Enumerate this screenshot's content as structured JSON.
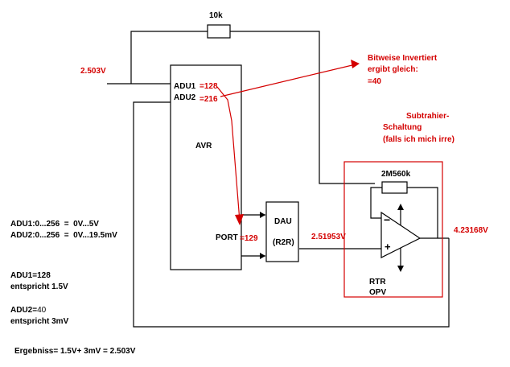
{
  "labels": {
    "resistor_top": "10k",
    "input_voltage": "2.503V",
    "adu1": "ADU1",
    "adu1_val": "=128",
    "adu2": "ADU2",
    "adu2_val": "=216",
    "avr": "AVR",
    "port": "PORT",
    "port_val": "=129",
    "dau": "DAU",
    "r2r": "(R2R)",
    "dau_out_voltage": "2.51953V",
    "feedback_resistor": "2M560k",
    "opamp_out_voltage": "4.23168V",
    "rtr": "RTR",
    "opv": "OPV",
    "minus": "−",
    "plus": "+"
  },
  "annotations": {
    "invert_line1": "Bitweise Invertiert",
    "invert_line2": "ergibt gleich:",
    "invert_line3": "=40",
    "sub_line1": "Subtrahier-",
    "sub_line2": "Schaltung",
    "sub_line3": "(falls ich mich irre)"
  },
  "notes": {
    "range_adu1": "ADU1:0...256  =  0V...5V",
    "range_adu2": "ADU2:0...256  =  0V...19.5mV",
    "adu1_eq": "ADU1=128",
    "adu1_corr": "entspricht 1.5V",
    "adu2_eq_prefix": "ADU2=",
    "adu2_eq_val": "40",
    "adu2_corr": "entspricht 3mV",
    "result": "Ergebniss= 1.5V+ 3mV = 2.503V"
  },
  "colors": {
    "line": "#000000",
    "accent": "#d40000"
  }
}
